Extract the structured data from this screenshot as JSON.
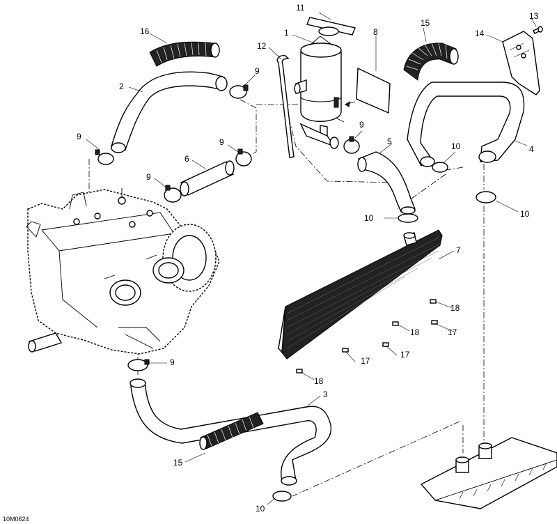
{
  "drawing_code": "10M0624",
  "callouts": [
    {
      "id": "c1",
      "label": "1"
    },
    {
      "id": "c2",
      "label": "2"
    },
    {
      "id": "c3",
      "label": "3"
    },
    {
      "id": "c4",
      "label": "4"
    },
    {
      "id": "c5",
      "label": "5"
    },
    {
      "id": "c6",
      "label": "6"
    },
    {
      "id": "c7",
      "label": "7"
    },
    {
      "id": "c8",
      "label": "8"
    },
    {
      "id": "c9a",
      "label": "9"
    },
    {
      "id": "c9b",
      "label": "9"
    },
    {
      "id": "c9c",
      "label": "9"
    },
    {
      "id": "c9d",
      "label": "9"
    },
    {
      "id": "c9e",
      "label": "9"
    },
    {
      "id": "c9f",
      "label": "9"
    },
    {
      "id": "c10a",
      "label": "10"
    },
    {
      "id": "c10b",
      "label": "10"
    },
    {
      "id": "c10c",
      "label": "10"
    },
    {
      "id": "c10d",
      "label": "10"
    },
    {
      "id": "c11",
      "label": "11"
    },
    {
      "id": "c12",
      "label": "12"
    },
    {
      "id": "c13",
      "label": "13"
    },
    {
      "id": "c14",
      "label": "14"
    },
    {
      "id": "c15a",
      "label": "15"
    },
    {
      "id": "c15b",
      "label": "15"
    },
    {
      "id": "c16",
      "label": "16"
    },
    {
      "id": "c17a",
      "label": "17"
    },
    {
      "id": "c17b",
      "label": "17"
    },
    {
      "id": "c17c",
      "label": "17"
    },
    {
      "id": "c18a",
      "label": "18"
    },
    {
      "id": "c18b",
      "label": "18"
    },
    {
      "id": "c18c",
      "label": "18"
    }
  ]
}
